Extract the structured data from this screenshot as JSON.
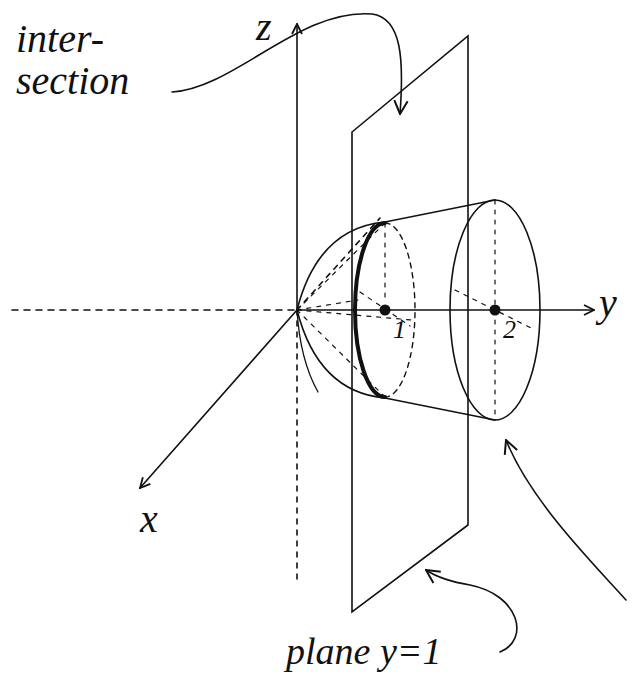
{
  "diagram": {
    "labels": [
      "z",
      "inter- section",
      "1",
      "2",
      "y",
      "x",
      "plane y=1"
    ]
  }
}
